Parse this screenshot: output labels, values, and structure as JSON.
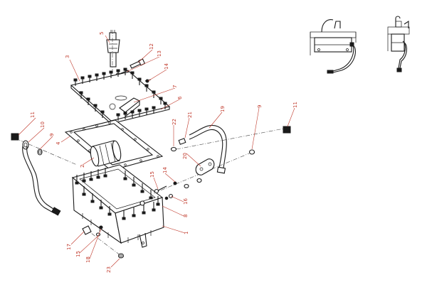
{
  "diagram": {
    "callouts": [
      {
        "id": "c5",
        "text": "5"
      },
      {
        "id": "c3",
        "text": "3"
      },
      {
        "id": "c12",
        "text": "12"
      },
      {
        "id": "c13",
        "text": "13"
      },
      {
        "id": "c14a",
        "text": "14"
      },
      {
        "id": "c7",
        "text": "7"
      },
      {
        "id": "c6",
        "text": "6"
      },
      {
        "id": "c11a",
        "text": "11"
      },
      {
        "id": "c10",
        "text": "10"
      },
      {
        "id": "c9a",
        "text": "9"
      },
      {
        "id": "c4",
        "text": "4"
      },
      {
        "id": "c22",
        "text": "22"
      },
      {
        "id": "c21",
        "text": "21"
      },
      {
        "id": "c19",
        "text": "19"
      },
      {
        "id": "c9b",
        "text": "9"
      },
      {
        "id": "c11b",
        "text": "11"
      },
      {
        "id": "c20",
        "text": "20"
      },
      {
        "id": "c2",
        "text": "2"
      },
      {
        "id": "c15a",
        "text": "15"
      },
      {
        "id": "c14b",
        "text": "14"
      },
      {
        "id": "c16",
        "text": "16"
      },
      {
        "id": "c8",
        "text": "8"
      },
      {
        "id": "c1",
        "text": "1"
      },
      {
        "id": "c17",
        "text": "17"
      },
      {
        "id": "c15b",
        "text": "15"
      },
      {
        "id": "c18",
        "text": "18"
      },
      {
        "id": "c23",
        "text": "23"
      }
    ]
  }
}
